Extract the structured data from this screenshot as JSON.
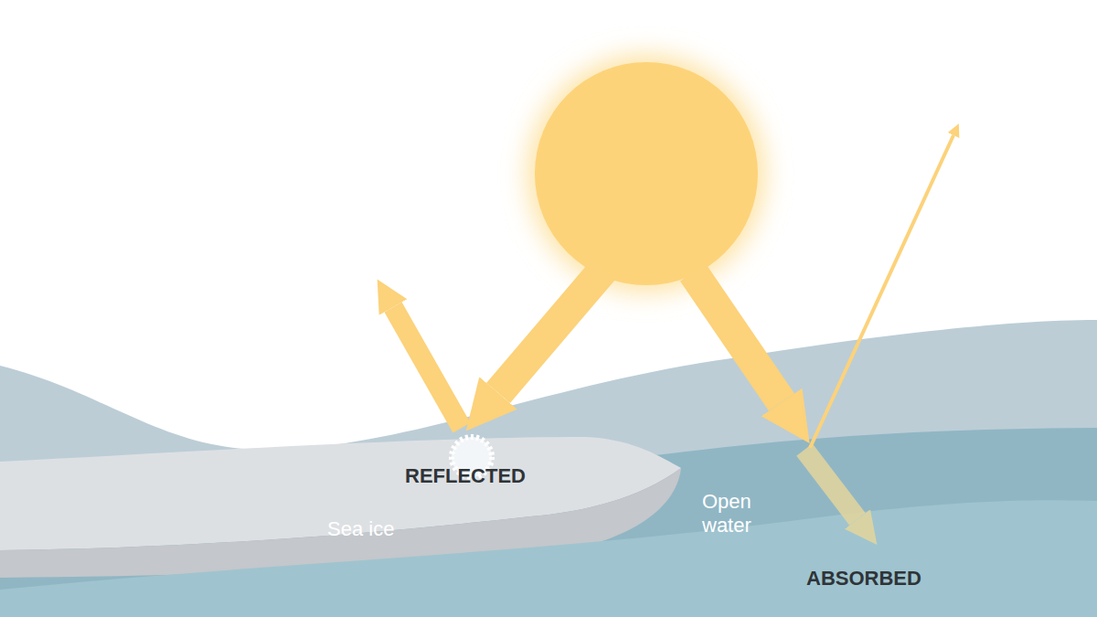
{
  "diagram": {
    "labels": [
      "REFLECTED",
      "Sea ice",
      "Open water",
      "ABSORBED"
    ]
  }
}
